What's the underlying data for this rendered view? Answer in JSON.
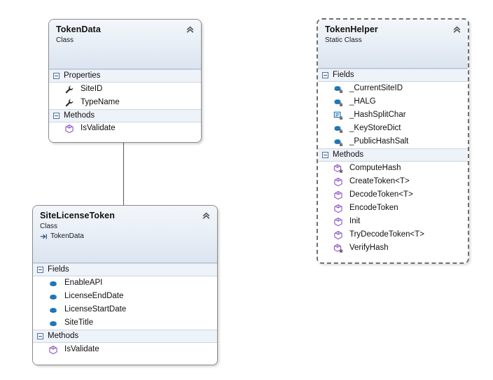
{
  "diagram": {
    "type": "uml-class-diagram",
    "background": "#ffffff",
    "accent_header": "#dbe4f0",
    "compartment_band": "#eef2f9",
    "field_icon_color": "#1f6cb0",
    "method_icon_color": "#8c52c4",
    "property_icon_color": "#2b2b2b"
  },
  "classes": [
    {
      "id": "token-data",
      "name": "TokenData",
      "stereotype": "Class",
      "base": null,
      "static": false,
      "compartments": [
        {
          "name": "Properties",
          "members": [
            {
              "name": "SiteID",
              "icon": "property-icon",
              "private": false
            },
            {
              "name": "TypeName",
              "icon": "property-icon",
              "private": false
            }
          ]
        },
        {
          "name": "Methods",
          "members": [
            {
              "name": "IsValidate",
              "icon": "method-icon",
              "private": false
            }
          ]
        }
      ]
    },
    {
      "id": "site-license-token",
      "name": "SiteLicenseToken",
      "stereotype": "Class",
      "base": "TokenData",
      "static": false,
      "compartments": [
        {
          "name": "Fields",
          "members": [
            {
              "name": "EnableAPI",
              "icon": "field-icon",
              "private": false
            },
            {
              "name": "LicenseEndDate",
              "icon": "field-icon",
              "private": false
            },
            {
              "name": "LicenseStartDate",
              "icon": "field-icon",
              "private": false
            },
            {
              "name": "SiteTitle",
              "icon": "field-icon",
              "private": false
            }
          ]
        },
        {
          "name": "Methods",
          "members": [
            {
              "name": "IsValidate",
              "icon": "method-icon",
              "private": false
            }
          ]
        }
      ]
    },
    {
      "id": "token-helper",
      "name": "TokenHelper",
      "stereotype": "Static Class",
      "base": null,
      "static": true,
      "compartments": [
        {
          "name": "Fields",
          "members": [
            {
              "name": "_CurrentSiteID",
              "icon": "field-icon",
              "private": true
            },
            {
              "name": "_HALG",
              "icon": "field-icon",
              "private": true
            },
            {
              "name": "_HashSplitChar",
              "icon": "constant-icon",
              "private": true
            },
            {
              "name": "_KeyStoreDict",
              "icon": "field-icon",
              "private": true
            },
            {
              "name": "_PublicHashSalt",
              "icon": "field-icon",
              "private": true
            }
          ]
        },
        {
          "name": "Methods",
          "members": [
            {
              "name": "ComputeHash",
              "icon": "method-icon",
              "private": true
            },
            {
              "name": "CreateToken<T>",
              "icon": "method-icon",
              "private": false
            },
            {
              "name": "DecodeToken<T>",
              "icon": "method-icon",
              "private": false
            },
            {
              "name": "EncodeToken",
              "icon": "method-icon",
              "private": false
            },
            {
              "name": "Init",
              "icon": "method-icon",
              "private": false
            },
            {
              "name": "TryDecodeToken<T>",
              "icon": "method-icon",
              "private": false
            },
            {
              "name": "VerifyHash",
              "icon": "method-icon",
              "private": true
            }
          ]
        }
      ]
    }
  ],
  "relationships": [
    {
      "type": "inheritance",
      "from": "SiteLicenseToken",
      "to": "TokenData",
      "marker": "hollow-triangle"
    }
  ]
}
